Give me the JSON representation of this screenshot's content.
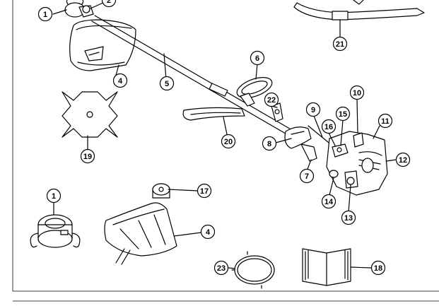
{
  "callouts": [
    {
      "id": "1",
      "label": "1"
    },
    {
      "id": "2",
      "label": "2"
    },
    {
      "id": "4",
      "label": "4"
    },
    {
      "id": "5",
      "label": "5"
    },
    {
      "id": "6",
      "label": "6"
    },
    {
      "id": "7",
      "label": "7"
    },
    {
      "id": "8",
      "label": "8"
    },
    {
      "id": "9",
      "label": "9"
    },
    {
      "id": "10",
      "label": "10"
    },
    {
      "id": "11",
      "label": "11"
    },
    {
      "id": "12",
      "label": "12"
    },
    {
      "id": "13",
      "label": "13"
    },
    {
      "id": "14",
      "label": "14"
    },
    {
      "id": "15",
      "label": "15"
    },
    {
      "id": "16",
      "label": "16"
    },
    {
      "id": "17",
      "label": "17"
    },
    {
      "id": "18",
      "label": "18"
    },
    {
      "id": "19",
      "label": "19"
    },
    {
      "id": "20",
      "label": "20"
    },
    {
      "id": "21",
      "label": "21"
    },
    {
      "id": "22",
      "label": "22"
    },
    {
      "id": "23",
      "label": "23"
    },
    {
      "id": "1b",
      "label": "1"
    },
    {
      "id": "4b",
      "label": "4"
    }
  ]
}
